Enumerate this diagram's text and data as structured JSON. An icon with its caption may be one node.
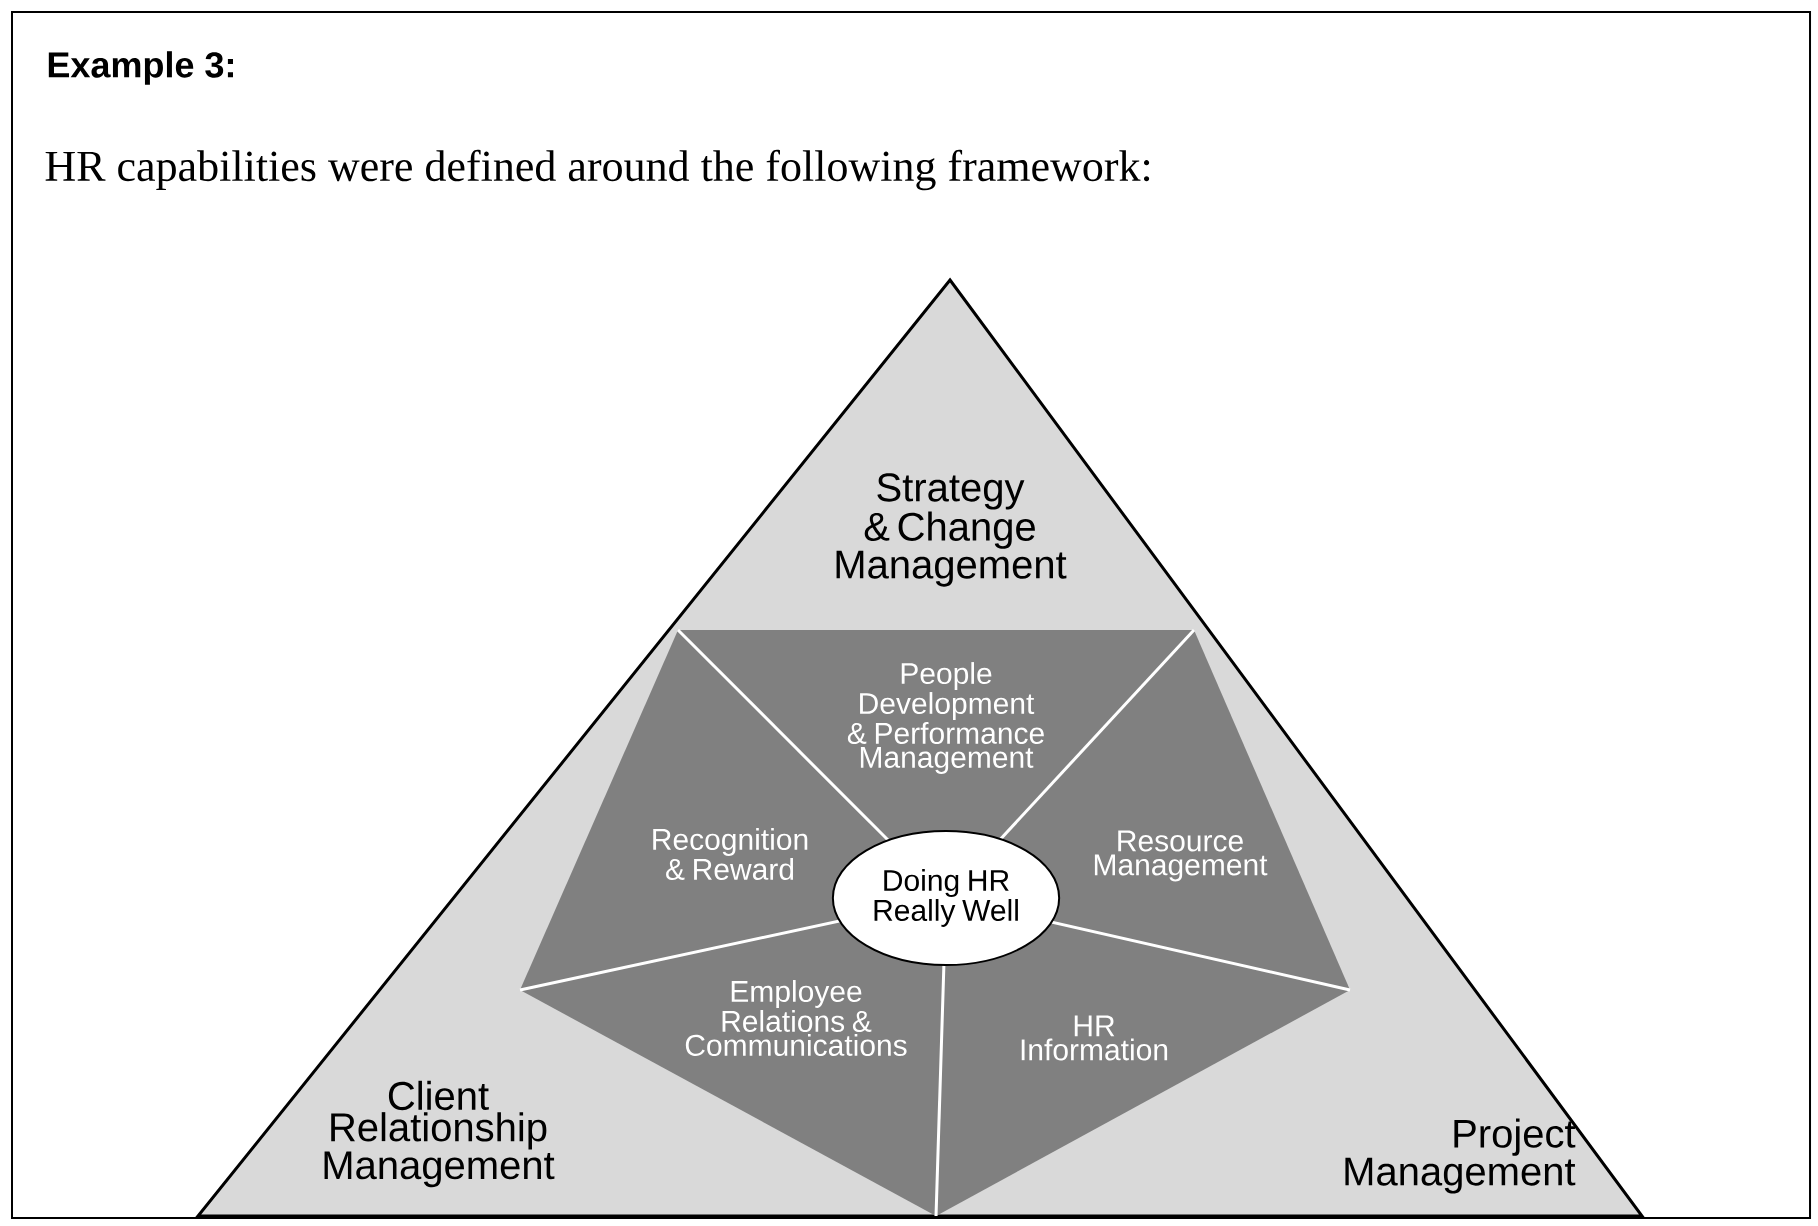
{
  "diagram": {
    "title": "Example 3:",
    "nodes": [
      {
        "text": [
          "Strategy & Change Management",
          "Client Relationship Management",
          "Project Management"
        ]
      },
      {
        "text": [
          "People Development & Performance Management",
          "Recognition & Reward",
          "Resource Management",
          "Employee Relations & Communications",
          "HR Information"
        ],
        "in": 0
      },
      {
        "text": [
          "Doing HR Really Well"
        ],
        "in": 1
      }
    ],
    "labels": [
      "HR capabilities were defined around the following framework:"
    ]
  }
}
